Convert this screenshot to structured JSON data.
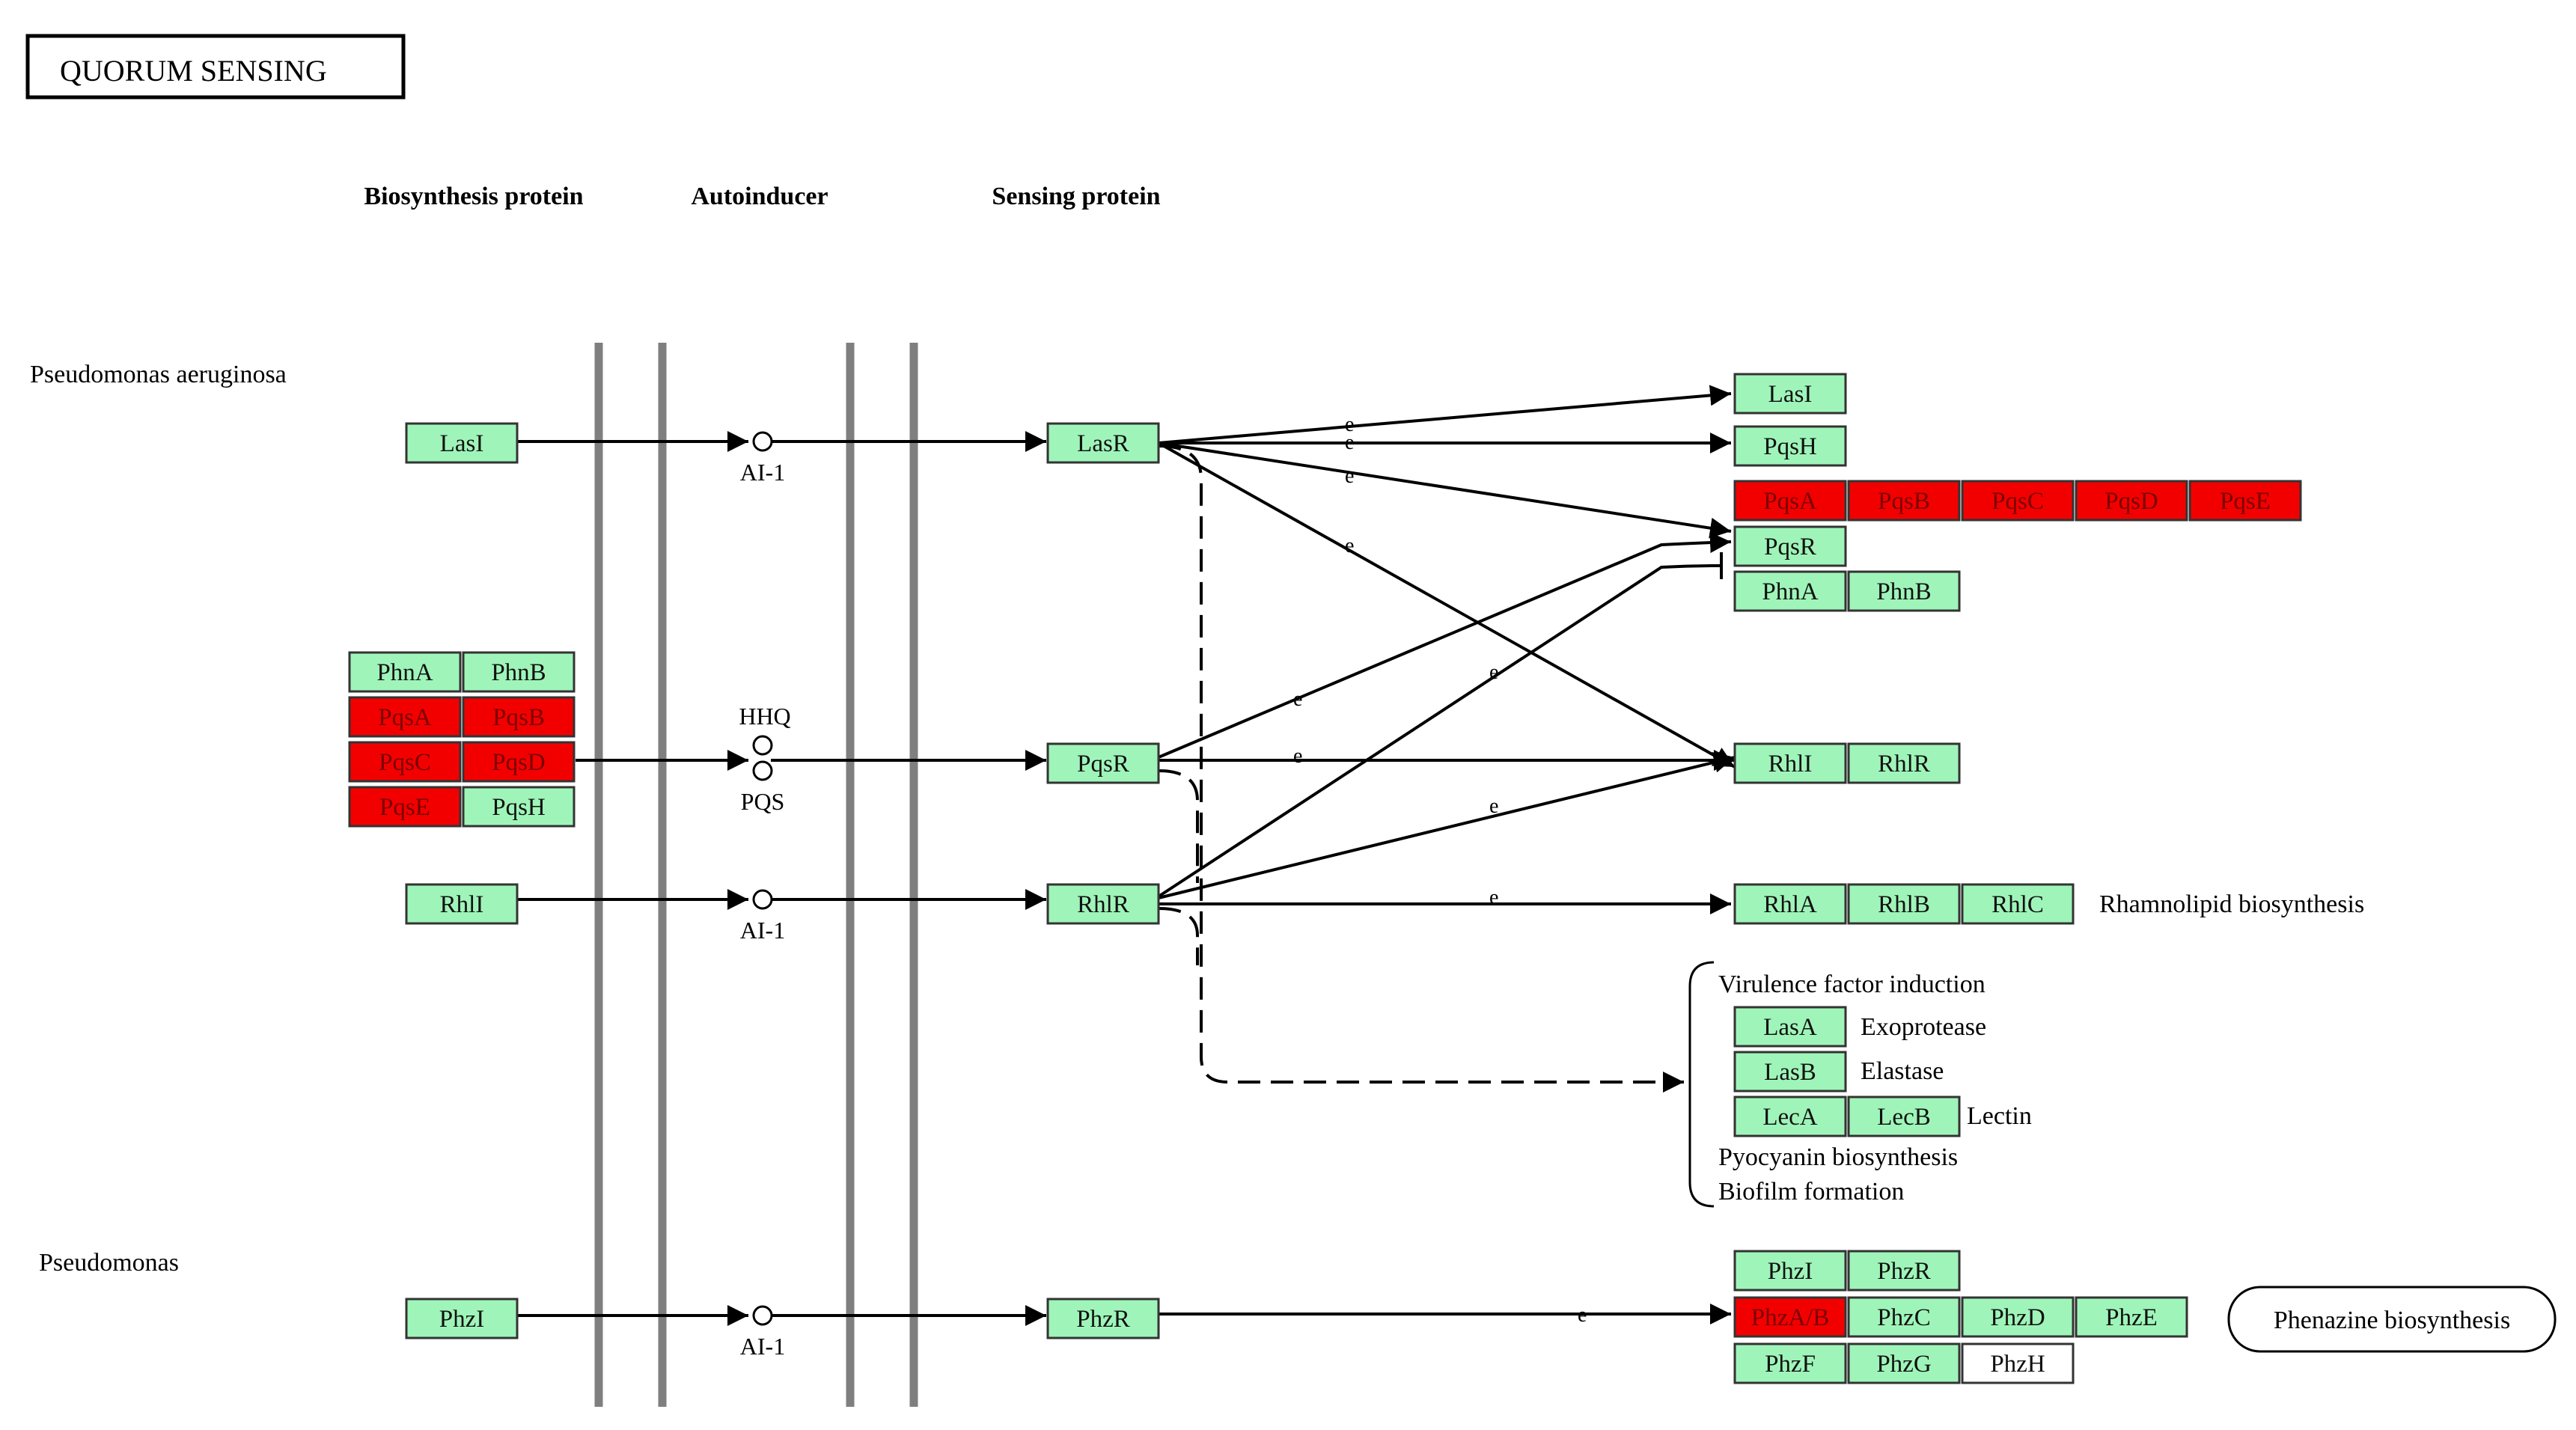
{
  "title": "QUORUM  SENSING",
  "colors": {
    "green": "#9ff5b9",
    "red": "#f20000",
    "white": "#ffffff",
    "border": "#333333",
    "membrane": "#7f7f7f"
  },
  "headers": {
    "biosynthesis": "Biosynthesis protein",
    "autoinducer": "Autoinducer",
    "sensing": "Sensing protein"
  },
  "species": {
    "aeruginosa": "Pseudomonas aeruginosa",
    "pseudomonas": "Pseudomonas"
  },
  "compounds": {
    "ai1_top": "AI-1",
    "hhq": "HHQ",
    "pqs": "PQS",
    "ai1_mid": "AI-1",
    "ai1_bottom": "AI-1"
  },
  "edge_label": "e",
  "genes": {
    "lasi_src": {
      "label": "LasI",
      "status": "green"
    },
    "lasr": {
      "label": "LasR",
      "status": "green"
    },
    "lasi_tgt": {
      "label": "LasI",
      "status": "green"
    },
    "pqsh_tgt": {
      "label": "PqsH",
      "status": "green"
    },
    "pqsa_tgt": {
      "label": "PqsA",
      "status": "red"
    },
    "pqsb_tgt": {
      "label": "PqsB",
      "status": "red"
    },
    "pqsc_tgt": {
      "label": "PqsC",
      "status": "red"
    },
    "pqsd_tgt": {
      "label": "PqsD",
      "status": "red"
    },
    "pqse_tgt": {
      "label": "PqsE",
      "status": "red"
    },
    "pqsr_tgt": {
      "label": "PqsR",
      "status": "green"
    },
    "phna_tgt": {
      "label": "PhnA",
      "status": "green"
    },
    "phnb_tgt": {
      "label": "PhnB",
      "status": "green"
    },
    "phna_src": {
      "label": "PhnA",
      "status": "green"
    },
    "phnb_src": {
      "label": "PhnB",
      "status": "green"
    },
    "pqsa_src": {
      "label": "PqsA",
      "status": "red"
    },
    "pqsb_src": {
      "label": "PqsB",
      "status": "red"
    },
    "pqsc_src": {
      "label": "PqsC",
      "status": "red"
    },
    "pqsd_src": {
      "label": "PqsD",
      "status": "red"
    },
    "pqse_src": {
      "label": "PqsE",
      "status": "red"
    },
    "pqsh_src": {
      "label": "PqsH",
      "status": "green"
    },
    "pqsr_mid": {
      "label": "PqsR",
      "status": "green"
    },
    "rhli_tgt": {
      "label": "RhlI",
      "status": "green"
    },
    "rhlr_tgt": {
      "label": "RhlR",
      "status": "green"
    },
    "rhli_src": {
      "label": "RhlI",
      "status": "green"
    },
    "rhlr": {
      "label": "RhlR",
      "status": "green"
    },
    "rhla": {
      "label": "RhlA",
      "status": "green"
    },
    "rhlb": {
      "label": "RhlB",
      "status": "green"
    },
    "rhlc": {
      "label": "RhlC",
      "status": "green"
    },
    "lasa": {
      "label": "LasA",
      "status": "green"
    },
    "lasb": {
      "label": "LasB",
      "status": "green"
    },
    "leca": {
      "label": "LecA",
      "status": "green"
    },
    "lecb": {
      "label": "LecB",
      "status": "green"
    },
    "phzi_src": {
      "label": "PhzI",
      "status": "green"
    },
    "phzr": {
      "label": "PhzR",
      "status": "green"
    },
    "phzi_tgt": {
      "label": "PhzI",
      "status": "green"
    },
    "phzr_tgt": {
      "label": "PhzR",
      "status": "green"
    },
    "phzab": {
      "label": "PhzA/B",
      "status": "red"
    },
    "phzc": {
      "label": "PhzC",
      "status": "green"
    },
    "phzd": {
      "label": "PhzD",
      "status": "green"
    },
    "phze": {
      "label": "PhzE",
      "status": "green"
    },
    "phzf": {
      "label": "PhzF",
      "status": "green"
    },
    "phzg": {
      "label": "PhzG",
      "status": "green"
    },
    "phzh": {
      "label": "PhzH",
      "status": "white"
    }
  },
  "outputs": {
    "rhamnolipid": "Rhamnolipid biosynthesis",
    "virulence": "Virulence factor induction",
    "exoprotease": "Exoprotease",
    "elastase": "Elastase",
    "lectin": "Lectin",
    "pyocyanin": "Pyocyanin biosynthesis",
    "biofilm": "Biofilm formation",
    "phenazine": "Phenazine biosynthesis"
  }
}
